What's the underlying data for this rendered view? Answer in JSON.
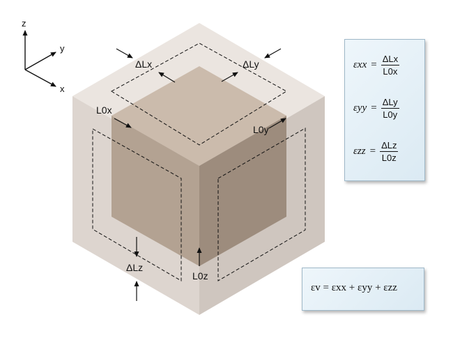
{
  "axes": {
    "z": "z",
    "y": "y",
    "x": "x"
  },
  "dimensions": {
    "delta_lx": "ΔLx",
    "delta_ly": "ΔLy",
    "delta_lz": "ΔLz",
    "l0x": "L0x",
    "l0y": "L0y",
    "l0z": "L0z"
  },
  "strain_equations": [
    {
      "lhs": "εxx",
      "numerator": "ΔLx",
      "denominator": "L0x"
    },
    {
      "lhs": "εyy",
      "numerator": "ΔLy",
      "denominator": "L0y"
    },
    {
      "lhs": "εzz",
      "numerator": "ΔLz",
      "denominator": "L0z"
    }
  ],
  "volumetric_equation": "εv = εxx + εyy + εzz",
  "colors": {
    "outer_top": "#ebe5e0",
    "outer_left": "#ddd5cf",
    "outer_right": "#cfc6bf",
    "inner_top": "#cbbbac",
    "inner_left": "#b3a292",
    "inner_right": "#9d8c7d"
  }
}
